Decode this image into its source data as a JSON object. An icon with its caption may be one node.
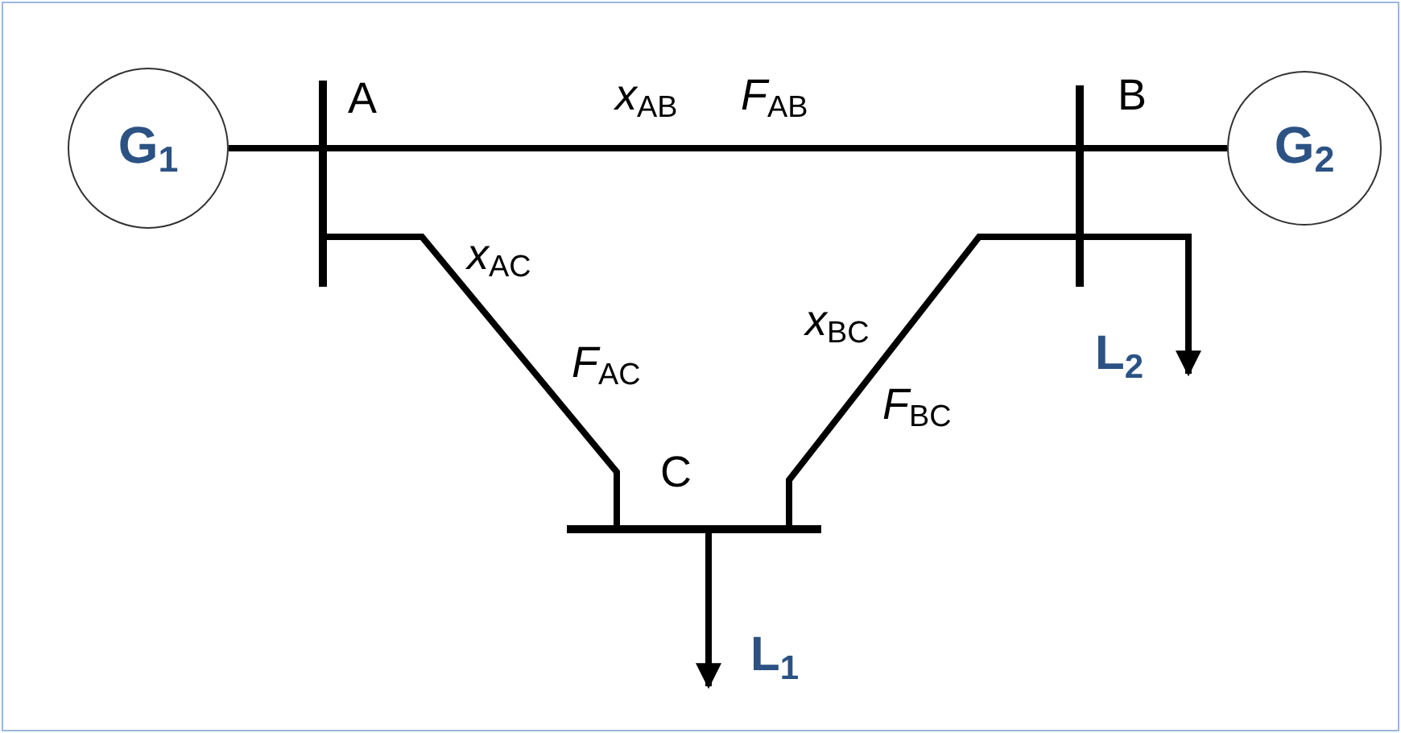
{
  "diagram": {
    "nodes": [
      {
        "text": [
          "G$_{1}$"
        ]
      },
      {
        "text": [
          "G$_{2}$"
        ]
      },
      {
        "text": [
          "A"
        ]
      },
      {
        "text": [
          "B"
        ]
      },
      {
        "text": [
          "C"
        ]
      },
      {
        "text": [
          "L$_{1}$"
        ]
      },
      {
        "text": [
          "L$_{2}$"
        ]
      }
    ],
    "edges": [
      {
        "from": 0,
        "to": 2,
        "arrow": "none"
      },
      {
        "from": 2,
        "to": 3,
        "arrow": "none",
        "label": "*x*$_{AB}$"
      },
      {
        "from": 3,
        "to": 1,
        "arrow": "none"
      },
      {
        "from": 2,
        "to": 4,
        "arrow": "none",
        "label": "*x*$_{AC}$"
      },
      {
        "from": 3,
        "to": 4,
        "arrow": "none",
        "label": "*x*$_{BC}$"
      },
      {
        "from": 4,
        "to": 5,
        "arrow": "to"
      },
      {
        "from": 3,
        "to": 6,
        "arrow": "to"
      }
    ],
    "labels": [
      "*F*$_{AB}$",
      "*F*$_{AC}$",
      "*F*$_{BC}$"
    ]
  }
}
